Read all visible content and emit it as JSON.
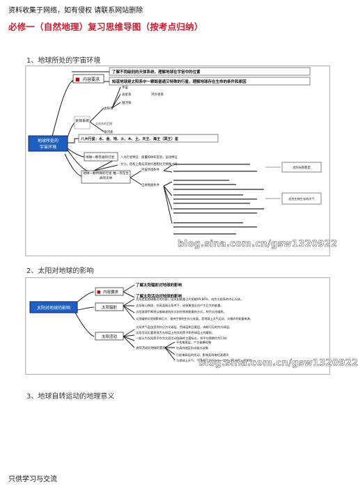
{
  "header_note": "资料收集于网络，如有侵权 请联系网站删除",
  "title": "必修一（自然地理）复习思维导图（按考点归纳）",
  "sections": [
    {
      "label": "1、地球所处的宇宙环境"
    },
    {
      "label": "2、太阳对地球的影响"
    },
    {
      "label": "3、地球自转运动的地理意义"
    }
  ],
  "map1": {
    "center": "地球所处的宇宙环境",
    "req_label": "内容要求",
    "req_line1": "了解不同级别的天体系统，理解地球在宇宙中的位置",
    "req_line2": "知道地球是太阳系中一颗既普通又特殊的行星，理解地球存在生命的条件和原因",
    "tree_root": "天体系统",
    "tree_mid": [
      "太阳系",
      "银河系"
    ],
    "tree_leaf": [
      "宇宙",
      "总星系",
      "银河系",
      "河外星系"
    ],
    "tree_note": "太阳系的范围",
    "planets": "八大行星：水、金、地、火、木、土、天王、海王（冥王）星",
    "normal_label": "地球一颗普通的行星",
    "normal_line1": "八大行星特征：质量和体积差别，运动特征",
    "normal_line2": "大小、结构上看与其他行星相比无特殊之处",
    "special_label": "地球一颗特殊的行星 唯一存在生命的天体",
    "cond_outer": "宇宙环境条件",
    "cond_inner": "自身物质条件",
    "right_box1": "太阳光照稳定",
    "right_box2": "适合生物生存的大气"
  },
  "map2": {
    "req_label": "内容要求",
    "req_line1": "了解太阳辐射对地球的影响",
    "req_line2": "了解太阳活动对地球的影响",
    "center": "太阳对地球的影响",
    "branch1": "太阳辐射",
    "branch2": "太阳活动",
    "b1_items": [
      "太阳是距地球最近的恒星，因太阳能量占大阳能99.86%，成为太阳系的中心天体。",
      "太阳核心物质，在高温高压条件下，经核聚变反应产生巨大的能量。",
      "太阳源源不断地以电磁波的形式向外释放能量的方式，称为太阳辐射。",
      "太阳辐射对地球影响巨大：维持生物的生存与发展，是地球上大气运动、水循环的能量来源。"
    ],
    "b2_items": [
      "太阳大气层由里到外分为光球层、色球层和日冕层，肉眼可见的为光球层。",
      "太阳活动主要表现为光球层上的太阳黑子和色球层上的耀斑。",
      "一般认为太阳黑子作为太阳活动强弱的主要标志，其平均周期约为11年"
    ],
    "impact_label": "太阳活动对地球的影响",
    "impact_items": [
      "干扰电离层，产生磁暴现象",
      "在高纬地区形成极光现象",
      "引起电离层的扰动，影响无线电短波通讯",
      "与地球上天气、气候变化之间存在一定的（正或负）相关性"
    ]
  },
  "watermarks": [
    "blog.sina.com.cn/gsw1320922",
    "blog.sina.com.cn/gsw1320922"
  ],
  "footer": "只供学习与交流"
}
